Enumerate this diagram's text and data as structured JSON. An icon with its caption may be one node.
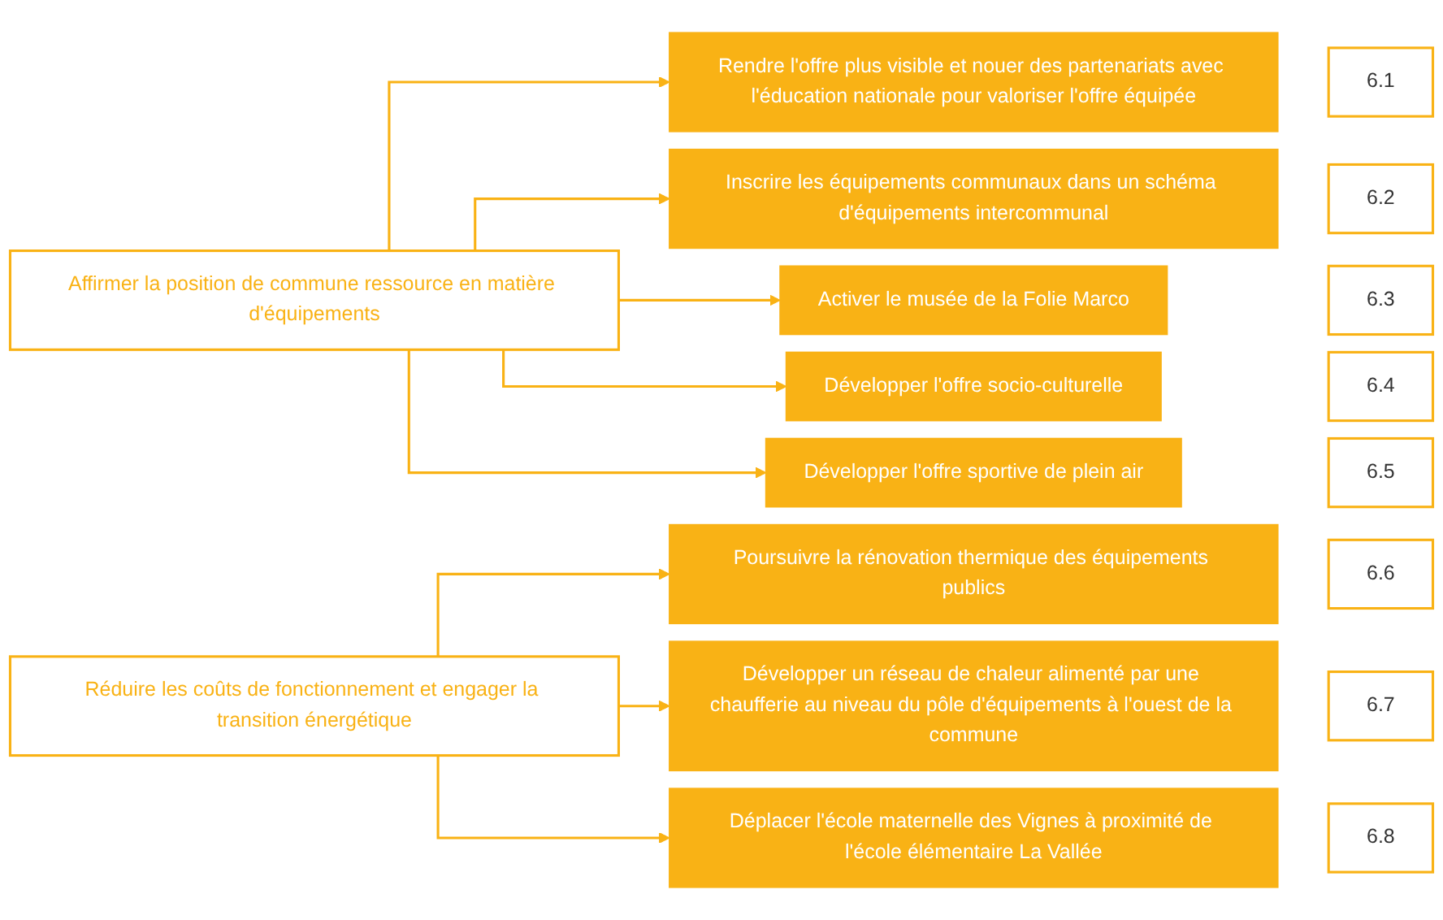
{
  "diagram": {
    "nodes": [
      {
        "text": [
          "Affirmer la position de commune ressource en matière d'équipements"
        ]
      },
      {
        "text": [
          "Rendre l'offre plus visible et nouer des partenariats avec l'éducation nationale pour valoriser l'offre équipée"
        ]
      },
      {
        "text": [
          "6.1"
        ]
      },
      {
        "text": [
          "Inscrire les équipements communaux dans un schéma d'équipements intercommunal"
        ]
      },
      {
        "text": [
          "6.2"
        ]
      },
      {
        "text": [
          "Activer le musée de la Folie Marco"
        ]
      },
      {
        "text": [
          "6.3"
        ]
      },
      {
        "text": [
          "Développer l'offre socio-culturelle"
        ]
      },
      {
        "text": [
          "6.4"
        ]
      },
      {
        "text": [
          "Développer l'offre sportive de plein air"
        ]
      },
      {
        "text": [
          "6.5"
        ]
      },
      {
        "text": [
          "Réduire les coûts de fonctionnement et engager la transition énergétique"
        ]
      },
      {
        "text": [
          "Poursuivre la rénovation thermique des équipements publics"
        ]
      },
      {
        "text": [
          "6.6"
        ]
      },
      {
        "text": [
          "Développer un réseau de chaleur alimenté par une chaufferie au niveau du pôle d'équipements à l'ouest de la commune"
        ]
      },
      {
        "text": [
          "6.7"
        ]
      },
      {
        "text": [
          "Déplacer l'école maternelle des Vignes à proximité de l'école élémentaire La Vallée"
        ]
      },
      {
        "text": [
          "6.8"
        ]
      }
    ],
    "edges": [
      {
        "from": 0,
        "to": 1,
        "arrow": "to"
      },
      {
        "from": 0,
        "to": 3,
        "arrow": "to"
      },
      {
        "from": 0,
        "to": 5,
        "arrow": "to"
      },
      {
        "from": 0,
        "to": 7,
        "arrow": "to"
      },
      {
        "from": 0,
        "to": 9,
        "arrow": "to"
      },
      {
        "from": 11,
        "to": 12,
        "arrow": "to"
      },
      {
        "from": 11,
        "to": 14,
        "arrow": "to"
      },
      {
        "from": 11,
        "to": 16,
        "arrow": "to"
      }
    ]
  }
}
